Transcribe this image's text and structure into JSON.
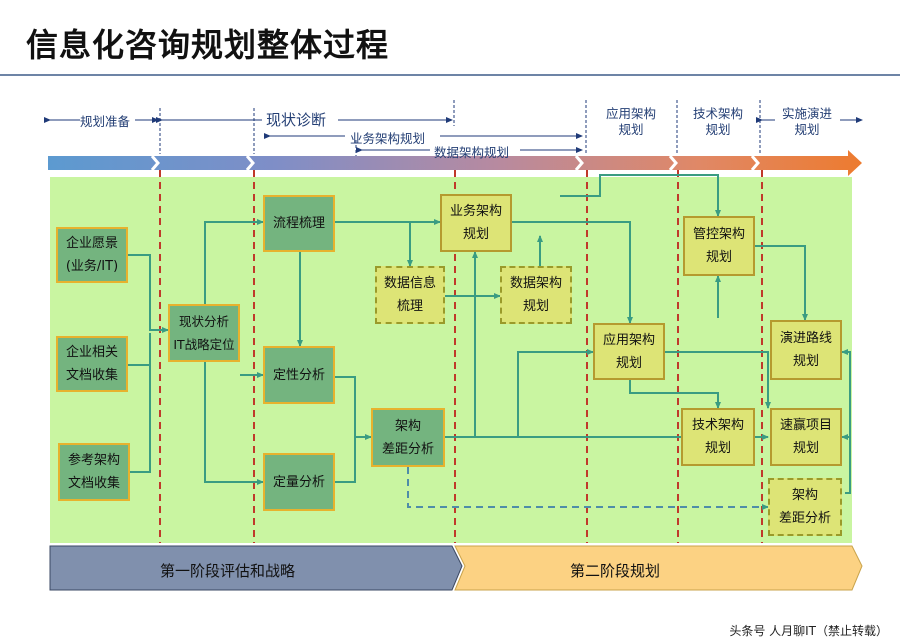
{
  "title": "信息化咨询规划整体过程",
  "header": {
    "planning_prep": "规划准备",
    "current_diagnosis": "现状诊断",
    "business_arch": "业务架构规划",
    "data_arch": "数据架构规划",
    "app_arch": "应用架构\n规划",
    "tech_arch": "技术架构\n规划",
    "impl_plan": "实施演进\n规划"
  },
  "boxes": {
    "vision": "企业愿景\n(业务/IT)",
    "docs": "企业相关\n文档收集",
    "ref": "参考架构\n文档收集",
    "status": "现状分析\nIT战略定位",
    "process": "流程梳理",
    "qual": "定性分析",
    "quant": "定量分析",
    "gap1": "架构\n差距分析",
    "data_info": "数据信息\n梳理",
    "biz": "业务架构\n规划",
    "data_arch": "数据架构\n规划",
    "app": "应用架构\n规划",
    "control": "管控架构\n规划",
    "tech": "技术架构\n规划",
    "roadmap": "演进路线\n规划",
    "quickwin": "速赢项目\n规划",
    "gap2": "架构\n差距分析"
  },
  "phases": {
    "phase1": "第一阶段评估和战略",
    "phase2": "第二阶段规划"
  },
  "footer": "头条号 人月聊IT（禁止转载）",
  "colors": {
    "green_bg": "#c9f5a1",
    "dark_green_box": "#74b47f",
    "yellow_box": "#dde476",
    "connector": "#3a9c82",
    "dashed_divider": "#c0392b",
    "phase1": "#8090ad",
    "phase2": "#fcd283"
  }
}
